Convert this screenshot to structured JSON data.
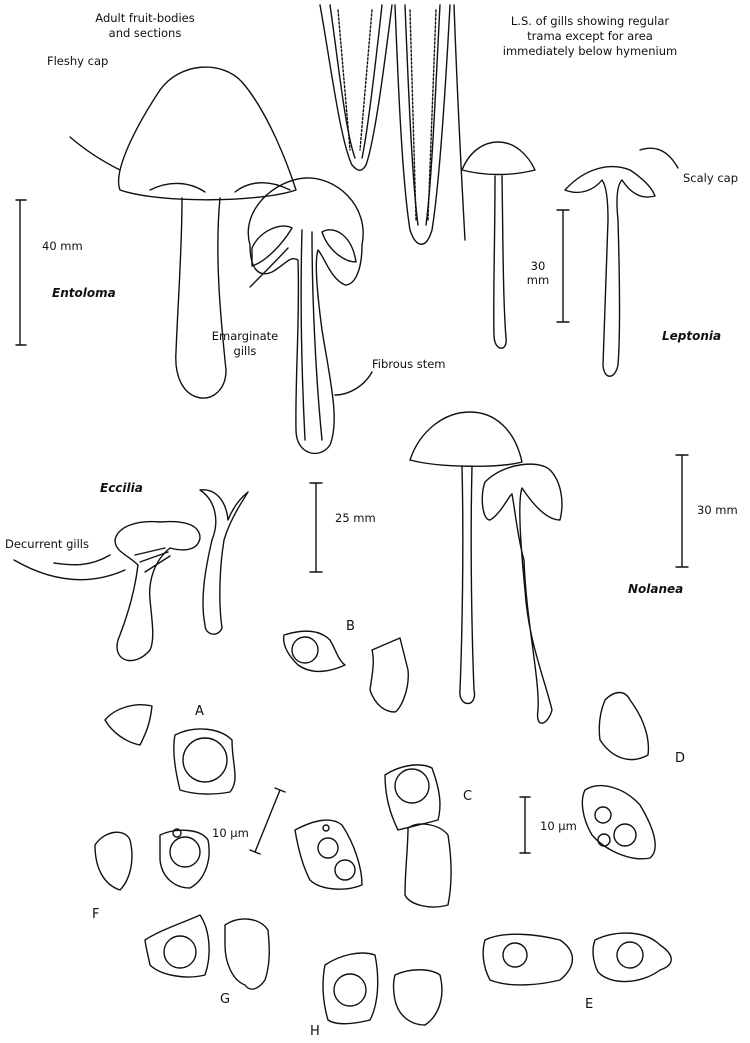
{
  "title_lines": [
    "Adult fruit-bodies",
    "and sections"
  ],
  "labels": {
    "fleshy_cap": "Fleshy cap",
    "emarginate_lines": [
      "Emarginate",
      "gills"
    ],
    "fibrous_stem": "Fibrous stem",
    "ls_lines": [
      "L.S. of gills showing regular",
      "trama except for area",
      "immediately below hymenium"
    ],
    "scaly_cap": "Scaly cap",
    "decurrent_gills": "Decurrent gills"
  },
  "genera": {
    "entoloma": "Entoloma",
    "leptonia": "Leptonia",
    "eccilia": "Eccilia",
    "nolanea": "Nolanea"
  },
  "scales": {
    "entoloma": "40 mm",
    "leptonia_lines": [
      "30",
      "mm"
    ],
    "eccilia": "25 mm",
    "nolanea": "30 mm",
    "spore_left": "10 μm",
    "spore_right": "10 μm"
  },
  "spore_letters": [
    "A",
    "B",
    "C",
    "D",
    "E",
    "F",
    "G",
    "H"
  ]
}
